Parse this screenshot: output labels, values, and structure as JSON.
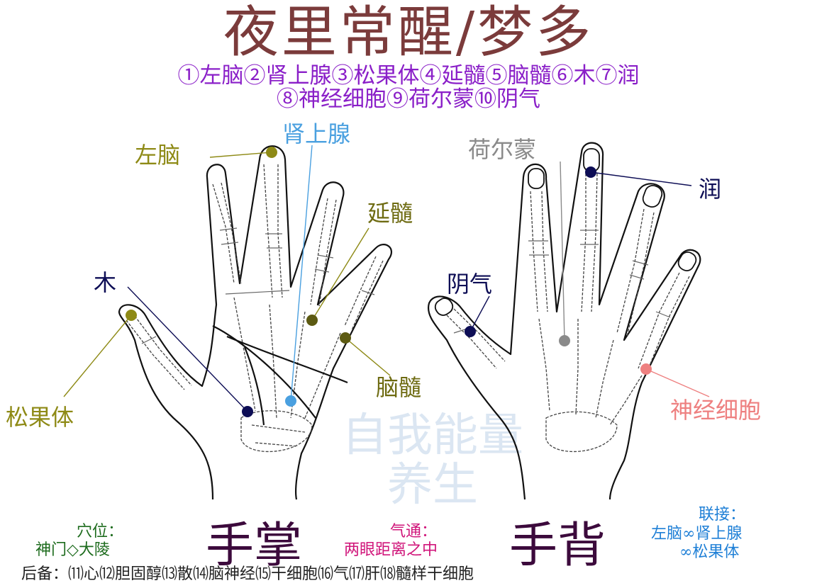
{
  "title": "夜里常醒/梦多",
  "legend_line1": "①左脑②肾上腺③松果体④延髓⑤脑髓⑥木⑦润",
  "legend_line2": "⑧神经细胞⑨荷尔蒙⑩阴气",
  "palm": {
    "caption": "手掌",
    "labels": {
      "left_brain": "左脑",
      "adrenal": "肾上腺",
      "medulla": "延髓",
      "wood": "木",
      "pineal": "松果体",
      "brain_marrow": "脑髓"
    }
  },
  "back": {
    "caption": "手背",
    "labels": {
      "hormone": "荷尔蒙",
      "moisture": "润",
      "yin_qi": "阴气",
      "nerve_cell": "神经细胞"
    }
  },
  "acupoints": {
    "heading": "穴位：",
    "value": "神门◇大陵"
  },
  "qi": {
    "heading": "气通：",
    "value": "两眼距离之中"
  },
  "links": {
    "heading": "联接：",
    "line1": "左脑∞肾上腺",
    "line2": "∞松果体"
  },
  "backup": "后备：⑾心⑿胆固醇⒀散⒁脑神经⒂干细胞⒃气⒄肝⒅髓样干细胞",
  "watermark": {
    "line1": "自我能量",
    "line2": "养生"
  },
  "colors": {
    "title": "#7b3b3b",
    "legend": "#8a1fc8",
    "olive": "#8e8a16",
    "blue": "#4aa0e0",
    "navy": "#0d0d55",
    "gray": "#8a8a8a",
    "pink": "#ee8080",
    "green": "#1d6b1d",
    "magenta": "#d0157a"
  }
}
